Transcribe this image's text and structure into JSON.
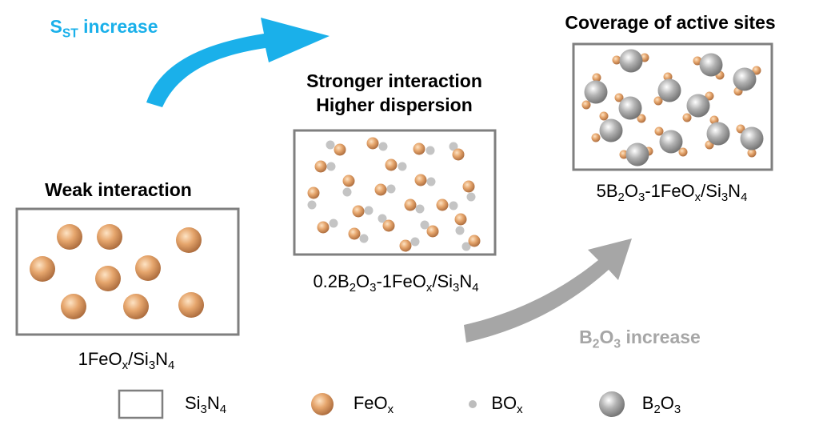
{
  "colors": {
    "blue_arrow": "#1ab0ea",
    "gray_arrow": "#a6a6a6",
    "feox": "#e0a36c",
    "b2o3": "#a8a8a8",
    "box": "#7f7f7f"
  },
  "top_arrow": {
    "label": [
      {
        "t": "S"
      },
      {
        "sub": "ST"
      },
      {
        "t": " increase"
      }
    ]
  },
  "bottom_arrow": {
    "label": [
      {
        "t": "B"
      },
      {
        "sub": "2"
      },
      {
        "t": "O"
      },
      {
        "sub": "3"
      },
      {
        "t": " increase"
      }
    ]
  },
  "panels": [
    {
      "heading": [
        "Weak interaction"
      ],
      "caption": [
        {
          "t": "1FeO"
        },
        {
          "sub": "x"
        },
        {
          "t": "/Si"
        },
        {
          "sub": "3"
        },
        {
          "t": "N"
        },
        {
          "sub": "4"
        }
      ]
    },
    {
      "heading": [
        "Stronger interaction",
        "Higher dispersion"
      ],
      "caption": [
        {
          "t": "0.2B"
        },
        {
          "sub": "2"
        },
        {
          "t": "O"
        },
        {
          "sub": "3"
        },
        {
          "t": "-1FeO"
        },
        {
          "sub": "x"
        },
        {
          "t": "/Si"
        },
        {
          "sub": "3"
        },
        {
          "t": "N"
        },
        {
          "sub": "4"
        }
      ]
    },
    {
      "heading": [
        "Coverage of active sites"
      ],
      "caption": [
        {
          "t": "5B"
        },
        {
          "sub": "2"
        },
        {
          "t": "O"
        },
        {
          "sub": "3"
        },
        {
          "t": "-1FeO"
        },
        {
          "sub": "x"
        },
        {
          "t": "/Si"
        },
        {
          "sub": "3"
        },
        {
          "t": "N"
        },
        {
          "sub": "4"
        }
      ]
    }
  ],
  "legend": [
    {
      "icon": "support-box-icon",
      "label": [
        {
          "t": "Si"
        },
        {
          "sub": "3"
        },
        {
          "t": "N"
        },
        {
          "sub": "4"
        }
      ]
    },
    {
      "icon": "feox-sphere-icon",
      "label": [
        {
          "t": "FeO"
        },
        {
          "sub": "x"
        }
      ]
    },
    {
      "icon": "box-blob-icon",
      "label": [
        {
          "t": "BO"
        },
        {
          "sub": "x"
        }
      ]
    },
    {
      "icon": "b2o3-sphere-icon",
      "label": [
        {
          "t": "B"
        },
        {
          "sub": "2"
        },
        {
          "t": "O"
        },
        {
          "sub": "3"
        }
      ]
    }
  ]
}
